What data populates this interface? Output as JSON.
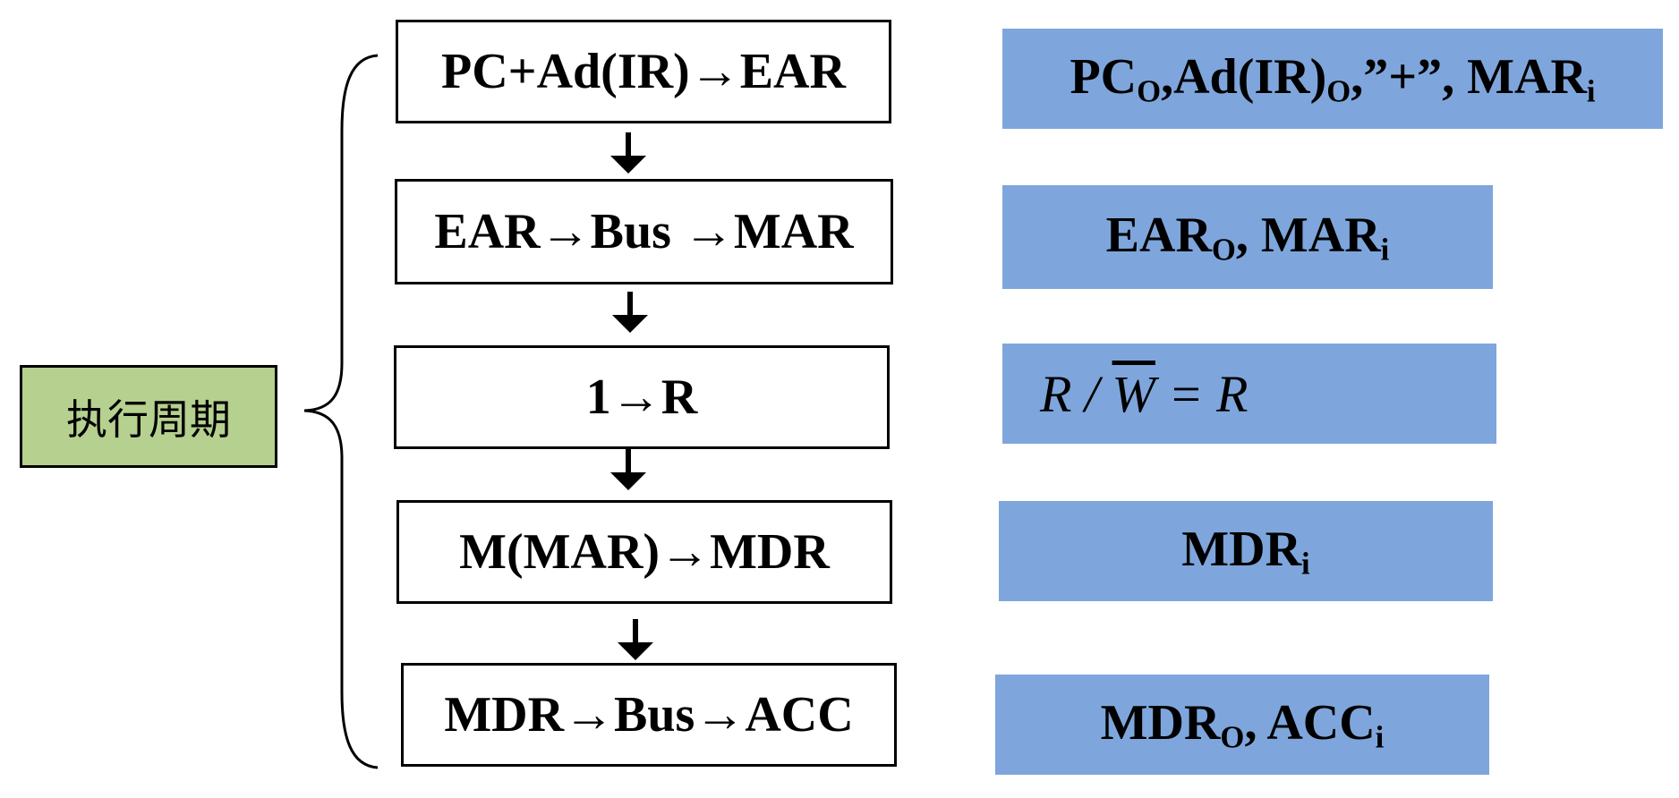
{
  "phase": {
    "label": "执行周期"
  },
  "steps": [
    {
      "text": "PC+Ad(IR)→EAR"
    },
    {
      "text": "EAR→Bus →MAR"
    },
    {
      "text": "1→R"
    },
    {
      "text": "M(MAR)→MDR"
    },
    {
      "text": "MDR→Bus→ACC"
    }
  ],
  "signals": [
    {
      "parts": [
        {
          "text": "PC"
        },
        {
          "text": "O",
          "sub": true
        },
        {
          "text": ",Ad(IR)"
        },
        {
          "text": "O",
          "sub": true
        },
        {
          "text": ",”+”, MAR"
        },
        {
          "text": "i",
          "sub": true
        }
      ]
    },
    {
      "parts": [
        {
          "text": "EAR"
        },
        {
          "text": "O",
          "sub": true
        },
        {
          "text": ", MAR"
        },
        {
          "text": "i",
          "sub": true
        }
      ]
    },
    {
      "parts": [
        {
          "text": "R / "
        },
        {
          "text": "W",
          "overline": true
        },
        {
          "text": " = R"
        }
      ]
    },
    {
      "parts": [
        {
          "text": "MDR"
        },
        {
          "text": "i",
          "sub": true
        }
      ]
    },
    {
      "parts": [
        {
          "text": "MDR"
        },
        {
          "text": "O",
          "sub": true
        },
        {
          "text": ", ACC"
        },
        {
          "text": "i",
          "sub": true
        }
      ]
    }
  ]
}
